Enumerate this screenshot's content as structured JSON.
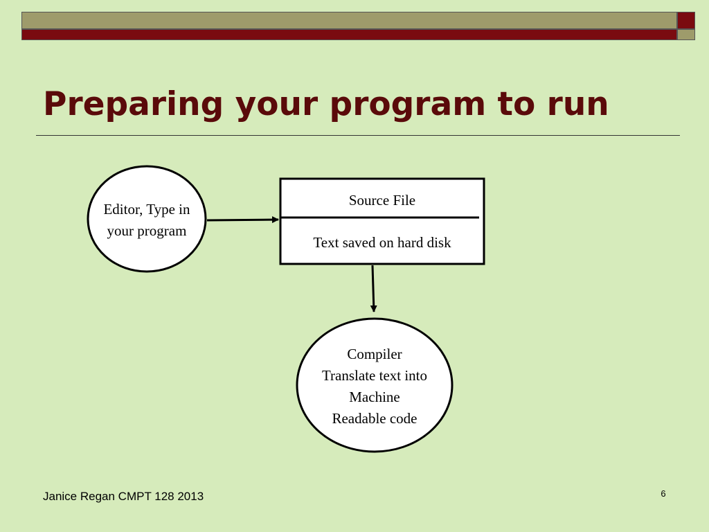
{
  "slide": {
    "title": "Preparing your program to run",
    "footer": "Janice Regan CMPT 128 2013",
    "page_number": "6"
  },
  "diagram": {
    "editor": {
      "lines": [
        "Editor, Type in",
        "your program"
      ]
    },
    "source_file": {
      "header": "Source File",
      "body": "Text saved on hard disk"
    },
    "compiler": {
      "lines": [
        "Compiler",
        "Translate text into",
        "Machine",
        "Readable code"
      ]
    }
  },
  "colors": {
    "background": "#d6ebbb",
    "title": "#5a0a0a",
    "banner_dark": "#7a0b10",
    "banner_light": "#9e9b6b"
  }
}
